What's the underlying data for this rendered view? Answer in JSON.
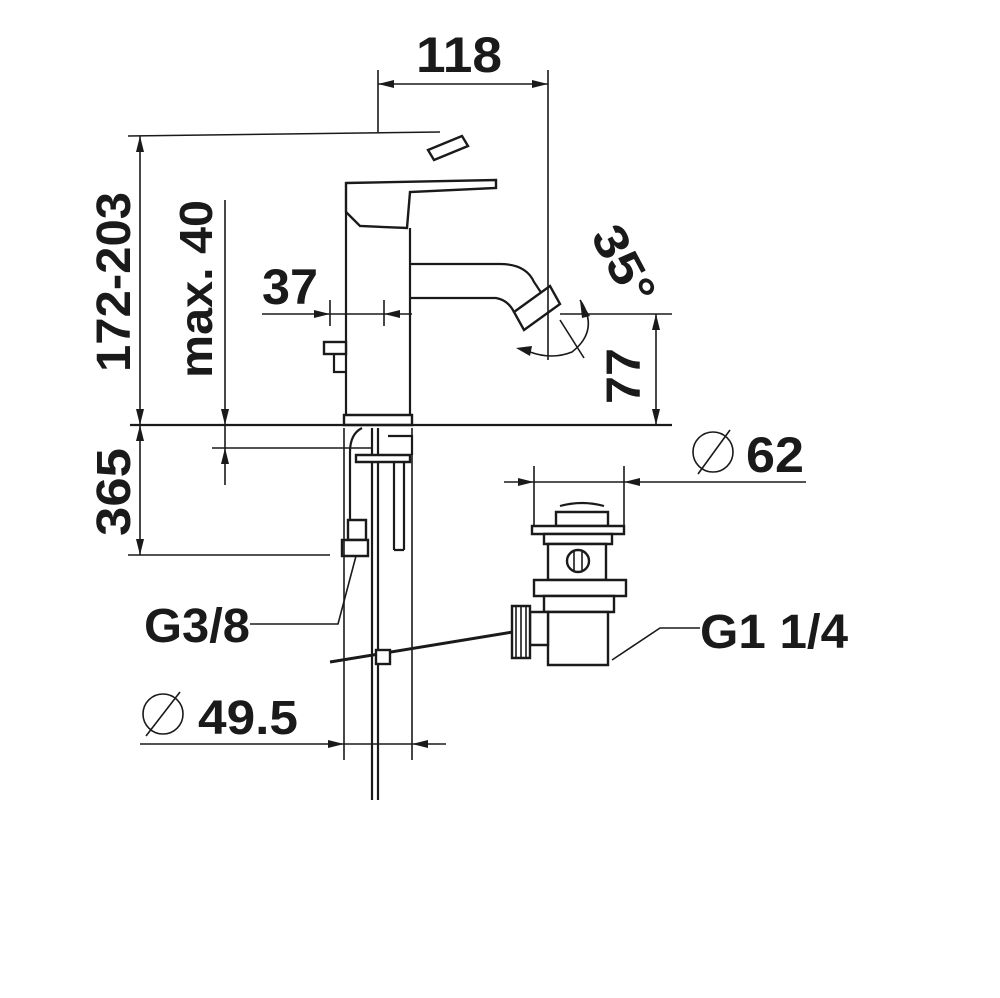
{
  "dimensions": {
    "spout_reach": "118",
    "total_height": "172-203",
    "max_deck_thickness": "max. 40",
    "body_offset": "37",
    "swivel_angle": "35°",
    "spout_height": "77",
    "connection_length": "365",
    "waste_diameter": "62",
    "supply_thread": "G3/8",
    "waste_thread": "G1 1/4",
    "base_diameter": "49.5"
  },
  "symbols": {
    "diameter": "⌀"
  }
}
